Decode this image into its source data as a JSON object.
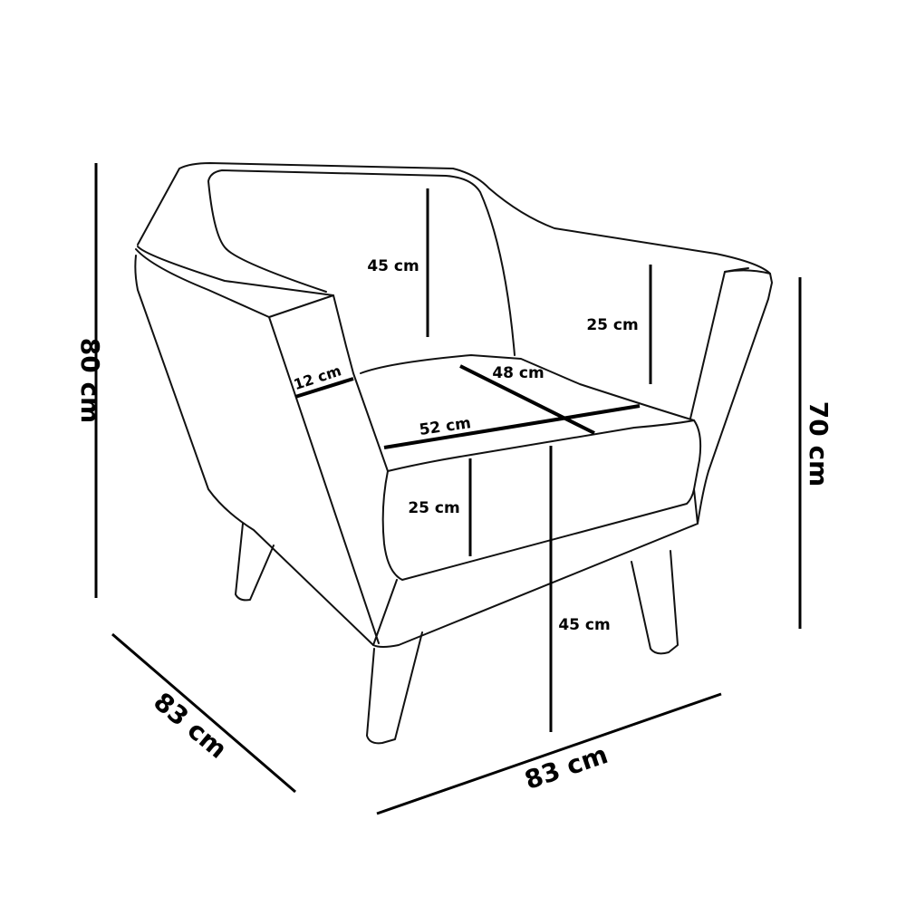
{
  "diagram": {
    "title": "",
    "colors": {
      "line": "#111111",
      "dimension": "#000000",
      "background": "#ffffff"
    },
    "dimensions": {
      "total_height": "80 cm",
      "arm_height": "70 cm",
      "depth": "83 cm",
      "width": "83 cm",
      "backrest_height": "45 cm",
      "armrest_height_above_seat": "25 cm",
      "armrest_width": "12 cm",
      "seat_depth": "48 cm",
      "seat_width": "52 cm",
      "cushion_thickness": "25 cm",
      "seat_height": "45 cm"
    }
  }
}
